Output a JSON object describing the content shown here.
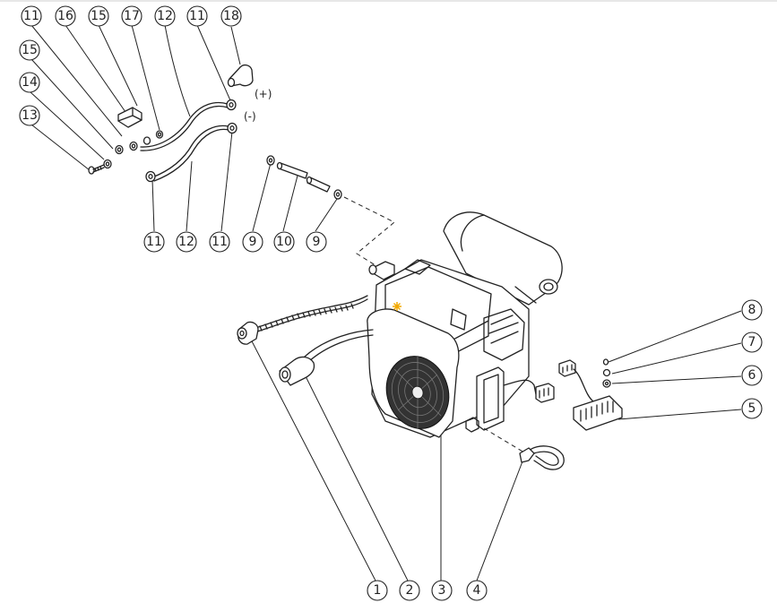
{
  "callouts": [
    {
      "id": "c-11-a",
      "label": "11"
    },
    {
      "id": "c-16",
      "label": "16"
    },
    {
      "id": "c-15-a",
      "label": "15"
    },
    {
      "id": "c-17",
      "label": "17"
    },
    {
      "id": "c-12-a",
      "label": "12"
    },
    {
      "id": "c-11-b",
      "label": "11"
    },
    {
      "id": "c-18",
      "label": "18"
    },
    {
      "id": "c-15-b",
      "label": "15"
    },
    {
      "id": "c-14",
      "label": "14"
    },
    {
      "id": "c-13",
      "label": "13"
    },
    {
      "id": "c-11-c",
      "label": "11"
    },
    {
      "id": "c-12-b",
      "label": "12"
    },
    {
      "id": "c-11-d",
      "label": "11"
    },
    {
      "id": "c-9-a",
      "label": "9"
    },
    {
      "id": "c-10",
      "label": "10"
    },
    {
      "id": "c-9-b",
      "label": "9"
    },
    {
      "id": "c-8",
      "label": "8"
    },
    {
      "id": "c-7",
      "label": "7"
    },
    {
      "id": "c-6",
      "label": "6"
    },
    {
      "id": "c-5",
      "label": "5"
    },
    {
      "id": "c-1",
      "label": "1"
    },
    {
      "id": "c-2",
      "label": "2"
    },
    {
      "id": "c-3",
      "label": "3"
    },
    {
      "id": "c-4",
      "label": "4"
    }
  ],
  "polarity": {
    "positive": "(+)",
    "negative": "(-)"
  },
  "colors": {
    "ink": "#222222",
    "marker": "#f2a900"
  }
}
